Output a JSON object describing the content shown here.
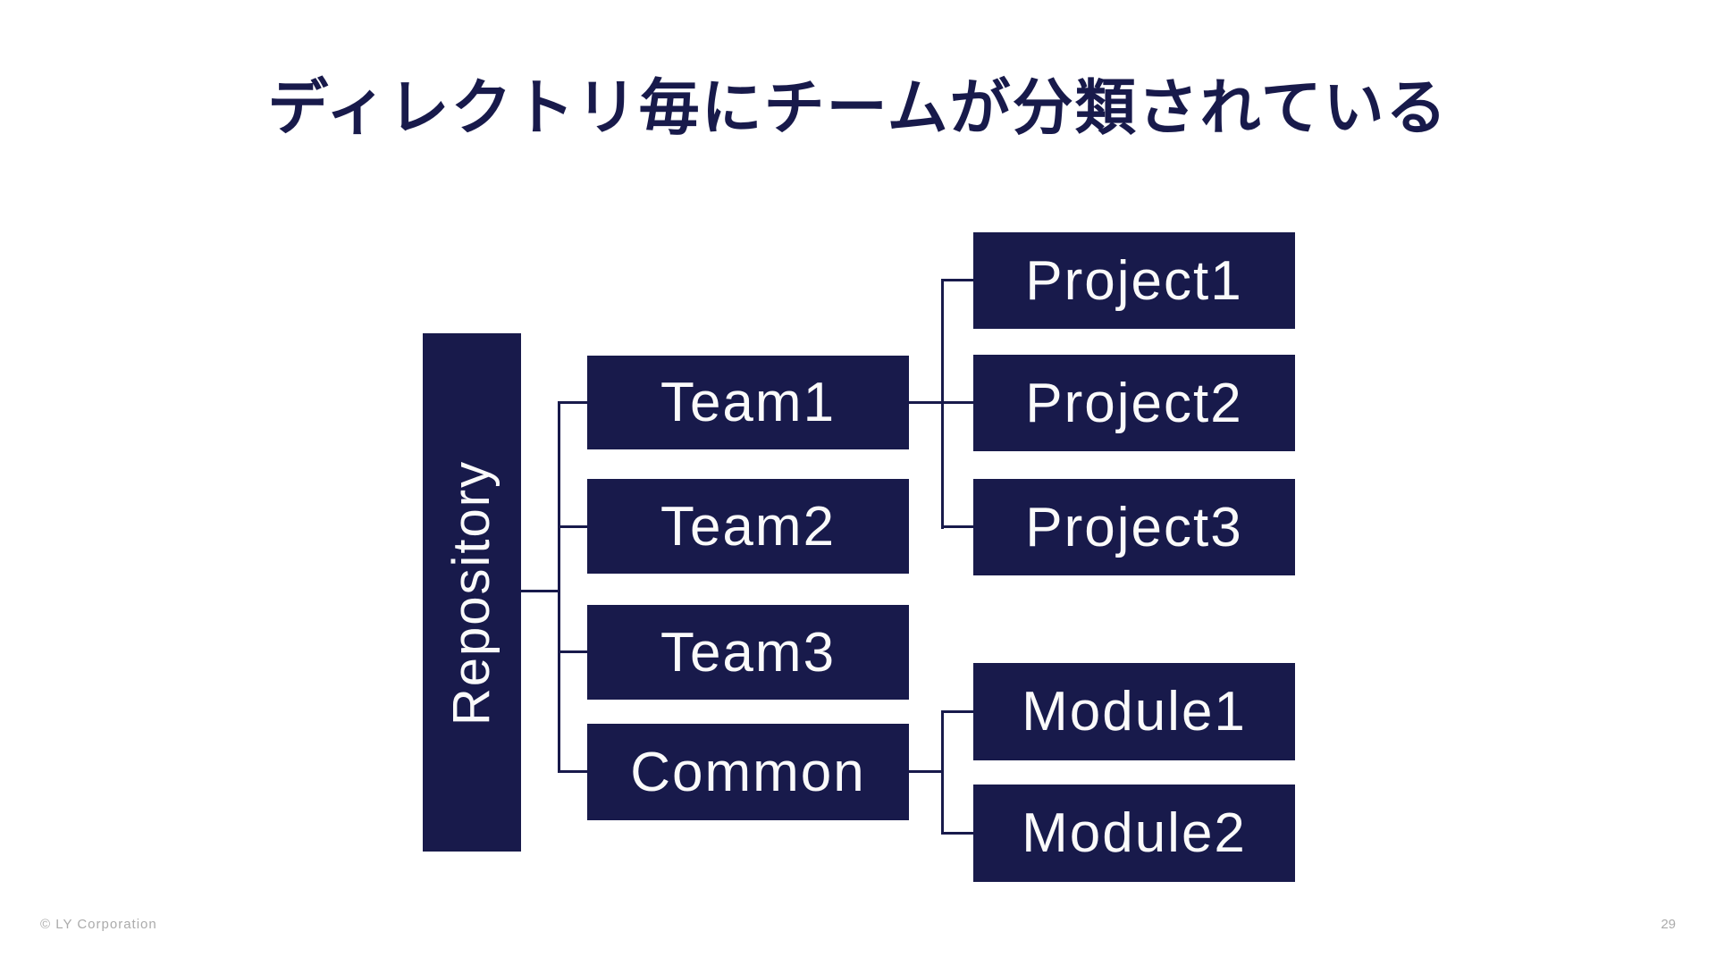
{
  "slide": {
    "title": "ディレクトリ毎にチームが分類されている",
    "footer": {
      "copyright": "© LY Corporation",
      "page_number": "29"
    },
    "colors": {
      "navy": "#181A4B",
      "box_text": "#FAFAFA",
      "footer_text": "#ABABAB",
      "background": "#FFFFFF"
    }
  },
  "diagram": {
    "nodes": {
      "repository": {
        "label": "Repository"
      },
      "team1": {
        "label": "Team1"
      },
      "team2": {
        "label": "Team2"
      },
      "team3": {
        "label": "Team3"
      },
      "common": {
        "label": "Common"
      },
      "project1": {
        "label": "Project1"
      },
      "project2": {
        "label": "Project2"
      },
      "project3": {
        "label": "Project3"
      },
      "module1": {
        "label": "Module1"
      },
      "module2": {
        "label": "Module2"
      }
    },
    "edges": [
      [
        "Repository",
        "Team1"
      ],
      [
        "Repository",
        "Team2"
      ],
      [
        "Repository",
        "Team3"
      ],
      [
        "Repository",
        "Common"
      ],
      [
        "Team1",
        "Project1"
      ],
      [
        "Team1",
        "Project2"
      ],
      [
        "Team1",
        "Project3"
      ],
      [
        "Common",
        "Module1"
      ],
      [
        "Common",
        "Module2"
      ]
    ]
  }
}
